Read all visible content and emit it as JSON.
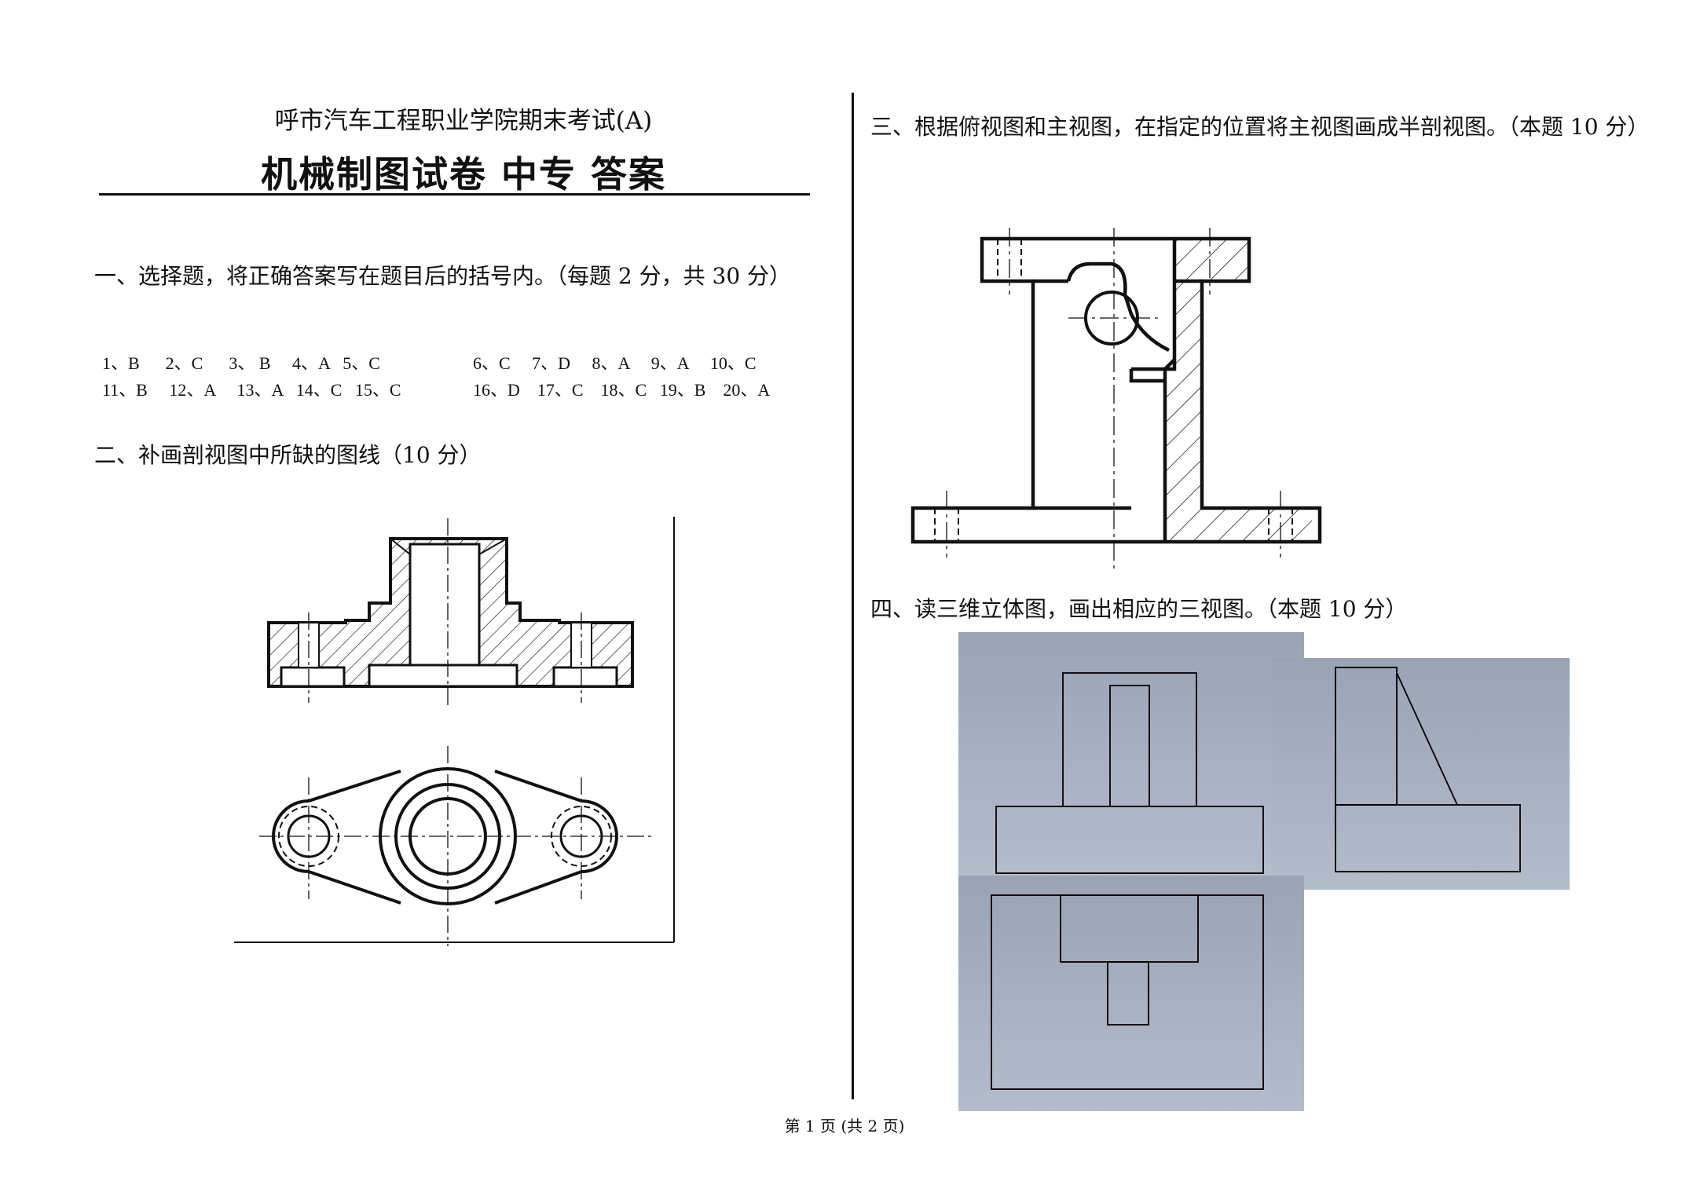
{
  "header": {
    "school": "呼市汽车工程职业学院期末考试(A)",
    "title": "机械制图试卷  中专    答案"
  },
  "q1": {
    "heading": "一、选择题，将正确答案写在题目后的括号内。（每题 2 分，共 30 分）",
    "row1a": "1、B      2、C      3、 B     4、A   5、C",
    "row1b": "6、C     7、D     8、A     9、A     10、C",
    "row2a": "11、B     12、A     13、A   14、C   15、C",
    "row2b": "16、D    17、C    18、C   19、B    20、A"
  },
  "q2": {
    "heading": "二、补画剖视图中所缺的图线（10 分）"
  },
  "q3": {
    "heading": "三、根据俯视图和主视图，在指定的位置将主视图画成半剖视图。（本题 10 分）"
  },
  "q4": {
    "heading": "四、读三维立体图，画出相应的三视图。（本题 10 分）"
  },
  "footer": {
    "page": "第 1 页 (共 2 页)"
  }
}
